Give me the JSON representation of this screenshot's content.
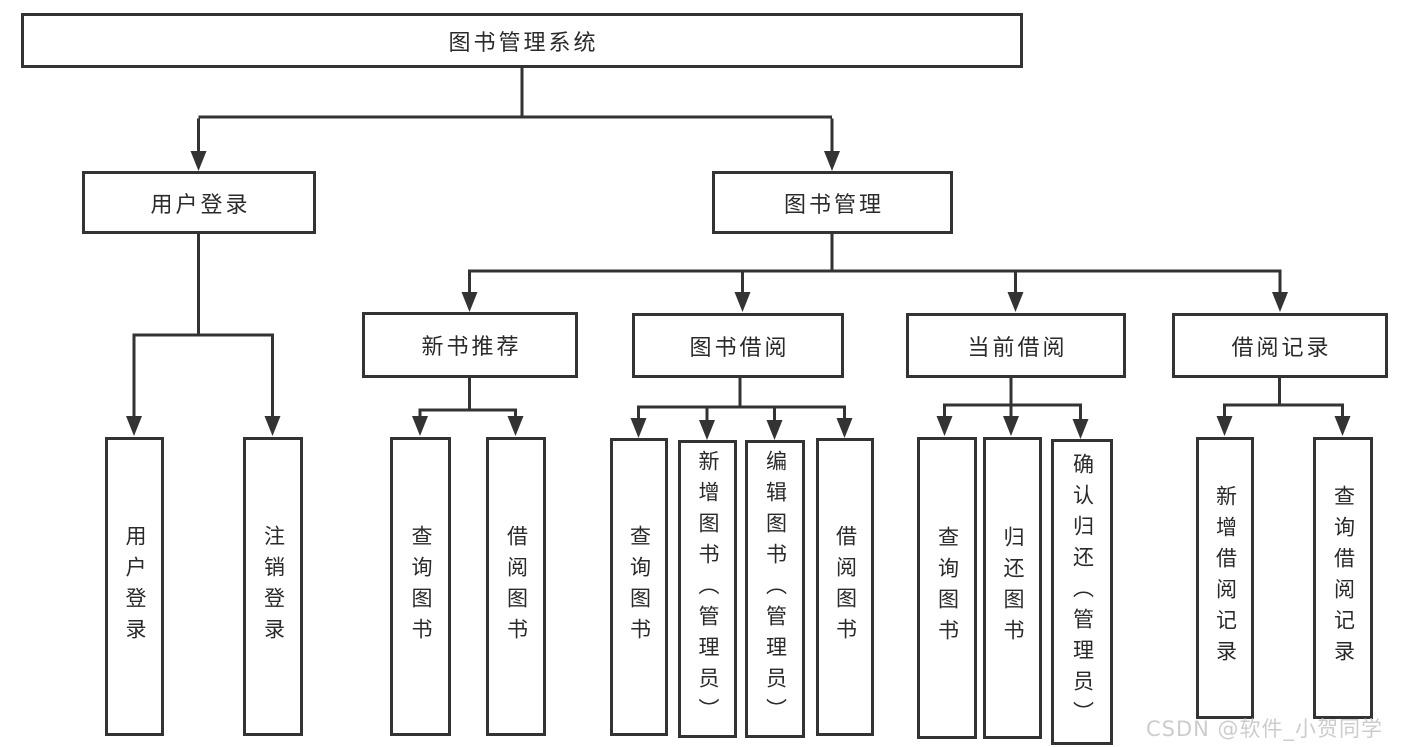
{
  "tree": {
    "root": "图书管理系统",
    "branches": [
      {
        "label": "用户登录",
        "children": [
          "用户登录",
          "注销登录"
        ]
      },
      {
        "label": "图书管理",
        "children": [
          {
            "label": "新书推荐",
            "children": [
              "查询图书",
              "借阅图书"
            ]
          },
          {
            "label": "图书借阅",
            "children": [
              "查询图书",
              "新增图书（管理员）",
              "编辑图书（管理员）",
              "借阅图书"
            ]
          },
          {
            "label": "当前借阅",
            "children": [
              "查询图书",
              "归还图书",
              "确认归还（管理员）"
            ]
          },
          {
            "label": "借阅记录",
            "children": [
              "新增借阅记录",
              "查询借阅记录"
            ]
          }
        ]
      }
    ]
  },
  "watermark": {
    "text": "CSDN @软件_小贺同学"
  },
  "colors": {
    "line": "#333333",
    "box_border": "#333333",
    "text": "#2a2a2a",
    "watermark": "#c7c7c7",
    "background": "#ffffff"
  }
}
